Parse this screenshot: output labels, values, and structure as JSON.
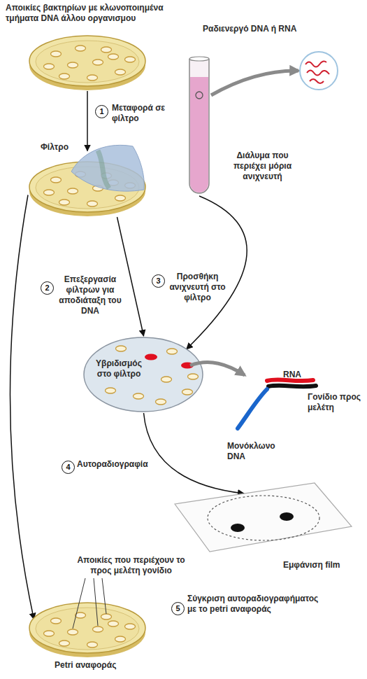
{
  "diagram": {
    "nodes": [
      {
        "text": [
          "Αποικίες βακτηρίων με κλωνοποιημένα τμήματα DNA άλλου οργανισμου"
        ]
      },
      {
        "text": [
          "Ραδιενεργό DNA ή RNA"
        ]
      },
      {
        "text": [
          "Διάλυμα που περιέχει μόρια ανιχνευτή"
        ]
      },
      {
        "text": [
          "Φίλτρο"
        ]
      },
      {
        "text": [
          "Υβριδισμός στο φίλτρο"
        ]
      },
      {
        "text": [
          "Εμφάνιση film"
        ]
      },
      {
        "text": [
          "Αποικίες που περιέχουν το προς μελέτη γονίδιο",
          "Petri αναφοράς"
        ]
      }
    ],
    "edges": [
      {
        "from": 0,
        "to": 3,
        "arrow": "to",
        "label": "Μεταφορά σε φίλτρο"
      },
      {
        "from": 2,
        "to": 1,
        "arrow": "to"
      },
      {
        "from": 3,
        "to": 4,
        "arrow": "to",
        "label": "Επεξεργασία φίλτρων για αποδιάταξη του DNA"
      },
      {
        "from": 2,
        "to": 4,
        "arrow": "to",
        "label": "Προσθήκη ανιχνευτή στο φίλτρο"
      },
      {
        "from": 4,
        "to": 5,
        "arrow": "to",
        "label": "Αυτοραδιογραφία"
      },
      {
        "from": 3,
        "to": 6,
        "arrow": "to"
      }
    ],
    "labels": [
      "1",
      "2",
      "3",
      "4",
      "5",
      "RNA",
      "Γονίδιο προς μελέτη",
      "Μονόκλωνο DNA",
      "Σύγκριση αυτοραδιογραφήματος με το petri αναφοράς"
    ]
  }
}
